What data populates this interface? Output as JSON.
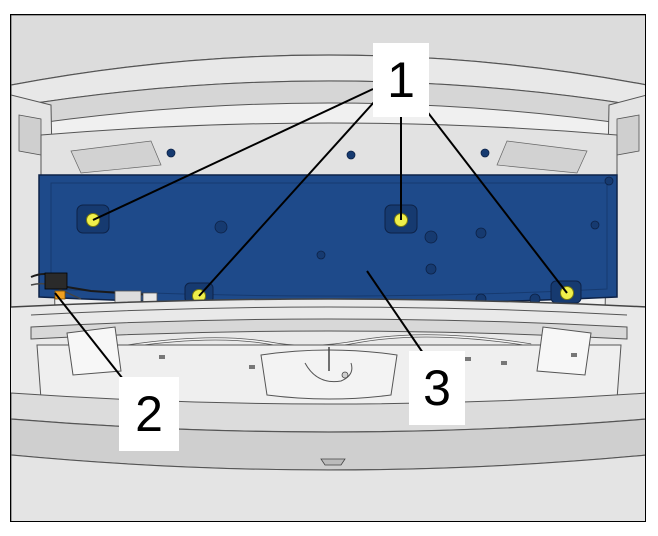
{
  "diagram": {
    "callouts": [
      {
        "id": "1",
        "label": "1"
      },
      {
        "id": "2",
        "label": "2"
      },
      {
        "id": "3",
        "label": "3"
      }
    ],
    "colors": {
      "panel": "#1e4a8a",
      "panel_dark": "#163a70",
      "fastener": "#f0f04a",
      "body_light": "#e6e6e6",
      "body_mid": "#c8c8c8",
      "line": "#444444",
      "frame": "#000000"
    },
    "icons": [
      "fastener-icon",
      "connector-icon"
    ]
  }
}
